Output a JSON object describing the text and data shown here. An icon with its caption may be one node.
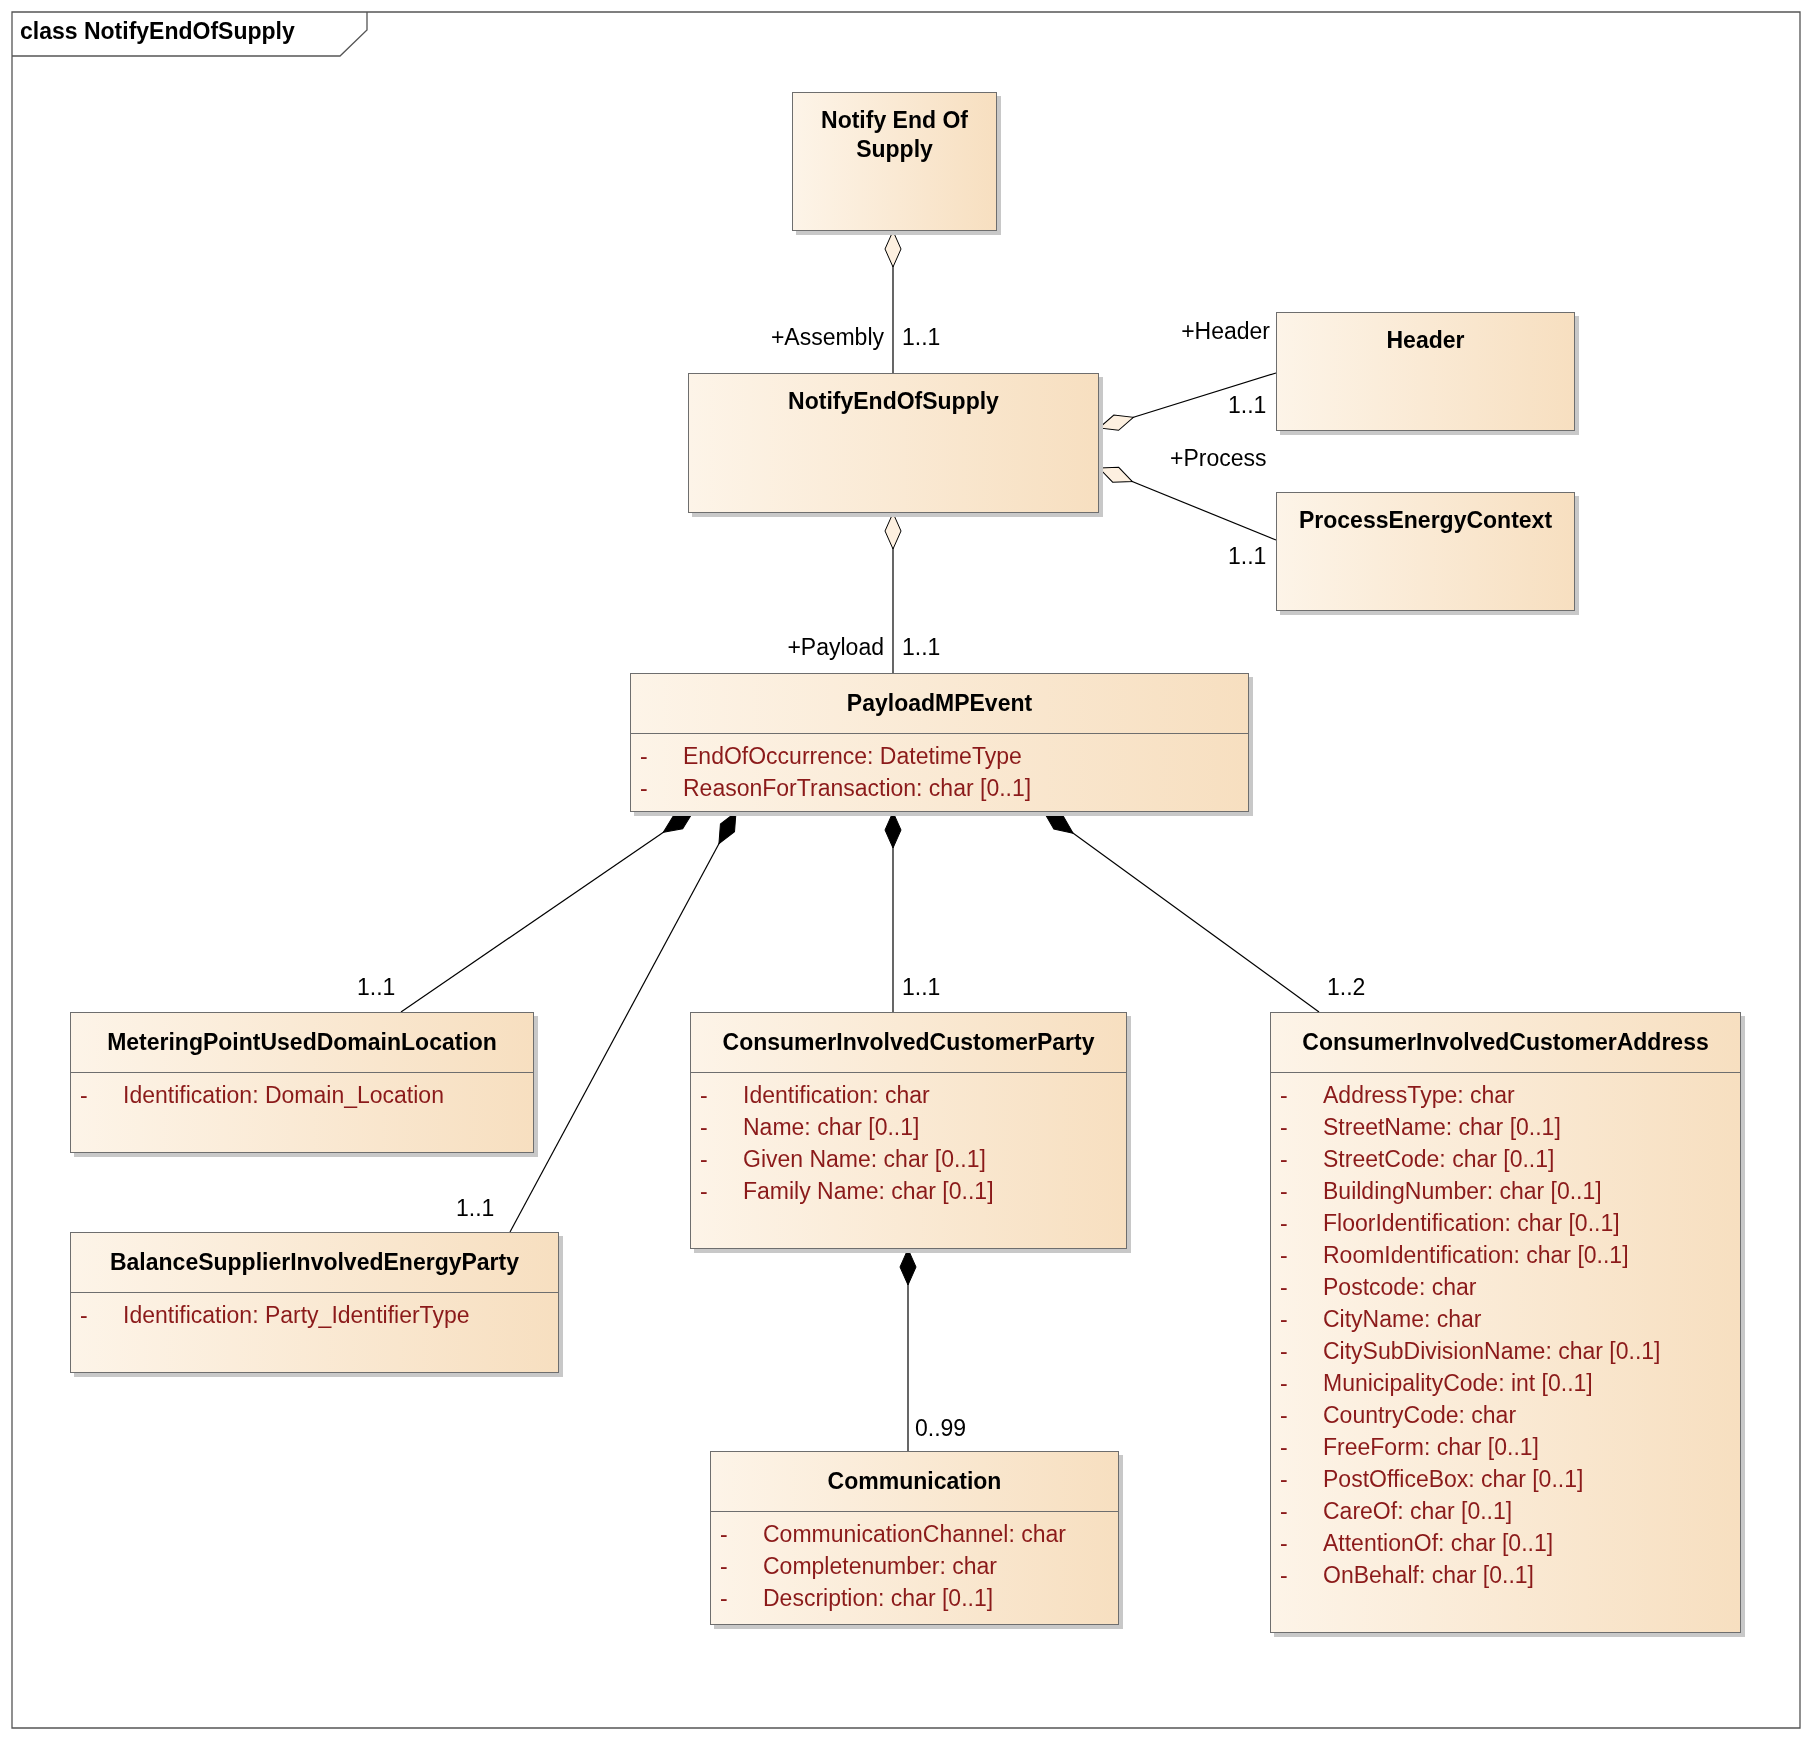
{
  "diagram": {
    "title": "class NotifyEndOfSupply",
    "nodes": [
      {
        "text": [
          "Notify End Of Supply"
        ]
      },
      {
        "text": [
          "NotifyEndOfSupply"
        ]
      },
      {
        "text": [
          "Header"
        ]
      },
      {
        "text": [
          "ProcessEnergyContext"
        ]
      },
      {
        "text": [
          "PayloadMPEvent",
          "- EndOfOccurrence: DatetimeType",
          "- ReasonForTransaction: char [0..1]"
        ]
      },
      {
        "text": [
          "MeteringPointUsedDomainLocation",
          "- Identification: Domain_Location"
        ]
      },
      {
        "text": [
          "BalanceSupplierInvolvedEnergyParty",
          "- Identification: Party_IdentifierType"
        ]
      },
      {
        "text": [
          "ConsumerInvolvedCustomerParty",
          "- Identification: char",
          "- Name: char [0..1]",
          "- Given Name: char [0..1]",
          "- Family Name: char [0..1]"
        ]
      },
      {
        "text": [
          "ConsumerInvolvedCustomerAddress",
          "- AddressType: char",
          "- StreetName: char [0..1]",
          "- StreetCode: char [0..1]",
          "- BuildingNumber: char [0..1]",
          "- FloorIdentification: char [0..1]",
          "- RoomIdentification: char [0..1]",
          "- Postcode: char",
          "- CityName: char",
          "- CitySubDivisionName: char [0..1]",
          "- MunicipalityCode: int [0..1]",
          "- CountryCode: char",
          "- FreeForm: char [0..1]",
          "- PostOfficeBox: char [0..1]",
          "- CareOf: char [0..1]",
          "- AttentionOf: char [0..1]",
          "- OnBehalf: char [0..1]"
        ]
      },
      {
        "text": [
          "Communication",
          "- CommunicationChannel: char",
          "- Completenumber: char",
          "- Description: char [0..1]"
        ]
      }
    ],
    "edges": [
      {
        "from": 0,
        "to": 1,
        "arrow": "other",
        "label": "1..1"
      },
      {
        "from": 1,
        "to": 2,
        "arrow": "other",
        "label": "1..1"
      },
      {
        "from": 1,
        "to": 3,
        "arrow": "other",
        "label": "1..1"
      },
      {
        "from": 1,
        "to": 4,
        "arrow": "other",
        "label": "1..1"
      },
      {
        "from": 4,
        "to": 5,
        "arrow": "other",
        "label": "1..1"
      },
      {
        "from": 4,
        "to": 6,
        "arrow": "other",
        "label": "1..1"
      },
      {
        "from": 4,
        "to": 7,
        "arrow": "other",
        "label": "1..1"
      },
      {
        "from": 4,
        "to": 8,
        "arrow": "other",
        "label": "1..2"
      },
      {
        "from": 7,
        "to": 9,
        "arrow": "other",
        "label": "0..99"
      }
    ],
    "labels": [
      "+Assembly",
      "+Header",
      "+Process",
      "+Payload"
    ]
  }
}
